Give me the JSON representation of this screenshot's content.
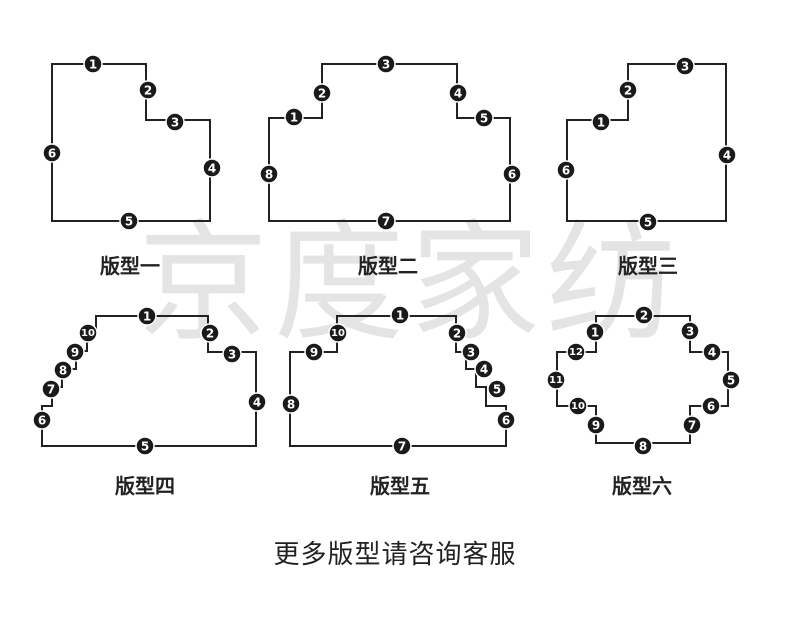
{
  "watermark": "京度家纺",
  "footer_text": "更多版型请咨询客服",
  "shapes": [
    {
      "id": "shape-1",
      "title": "版型一",
      "edge_labels": [
        "1",
        "2",
        "3",
        "4",
        "5",
        "6"
      ]
    },
    {
      "id": "shape-2",
      "title": "版型二",
      "edge_labels": [
        "1",
        "2",
        "3",
        "4",
        "5",
        "6",
        "7",
        "8"
      ]
    },
    {
      "id": "shape-3",
      "title": "版型三",
      "edge_labels": [
        "1",
        "2",
        "3",
        "4",
        "5",
        "6"
      ]
    },
    {
      "id": "shape-4",
      "title": "版型四",
      "edge_labels": [
        "1",
        "2",
        "3",
        "4",
        "5",
        "6",
        "7",
        "8",
        "9",
        "10"
      ]
    },
    {
      "id": "shape-5",
      "title": "版型五",
      "edge_labels": [
        "1",
        "2",
        "3",
        "4",
        "5",
        "6",
        "7",
        "8",
        "9",
        "10"
      ]
    },
    {
      "id": "shape-6",
      "title": "版型六",
      "edge_labels": [
        "1",
        "2",
        "3",
        "4",
        "5",
        "6",
        "7",
        "8",
        "9",
        "10",
        "11",
        "12"
      ]
    }
  ]
}
